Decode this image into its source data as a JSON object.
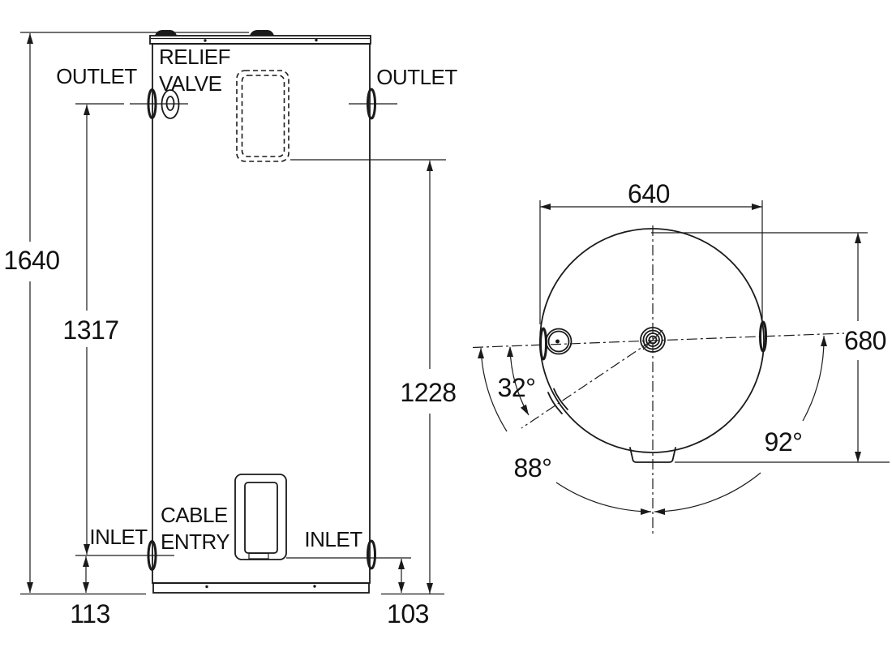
{
  "front_view": {
    "labels": {
      "outlet_left": "OUTLET",
      "relief_line1": "RELIEF",
      "relief_line2": "VALVE",
      "outlet_right": "OUTLET",
      "inlet_left": "INLET",
      "cable_line1": "CABLE",
      "cable_line2": "ENTRY",
      "inlet_right": "INLET"
    },
    "dimensions": {
      "overall_height": "1640",
      "outlet_height": "1317",
      "panel_to_base": "1228",
      "inlet_left_height": "113",
      "inlet_right_height": "103"
    }
  },
  "top_view": {
    "dimensions": {
      "diameter": "640",
      "overall_depth": "680"
    },
    "angles": {
      "fitting_angle": "32°",
      "left_sweep": "88°",
      "right_sweep": "92°"
    }
  },
  "colors": {
    "line": "#1a1a1a",
    "background": "#ffffff"
  }
}
